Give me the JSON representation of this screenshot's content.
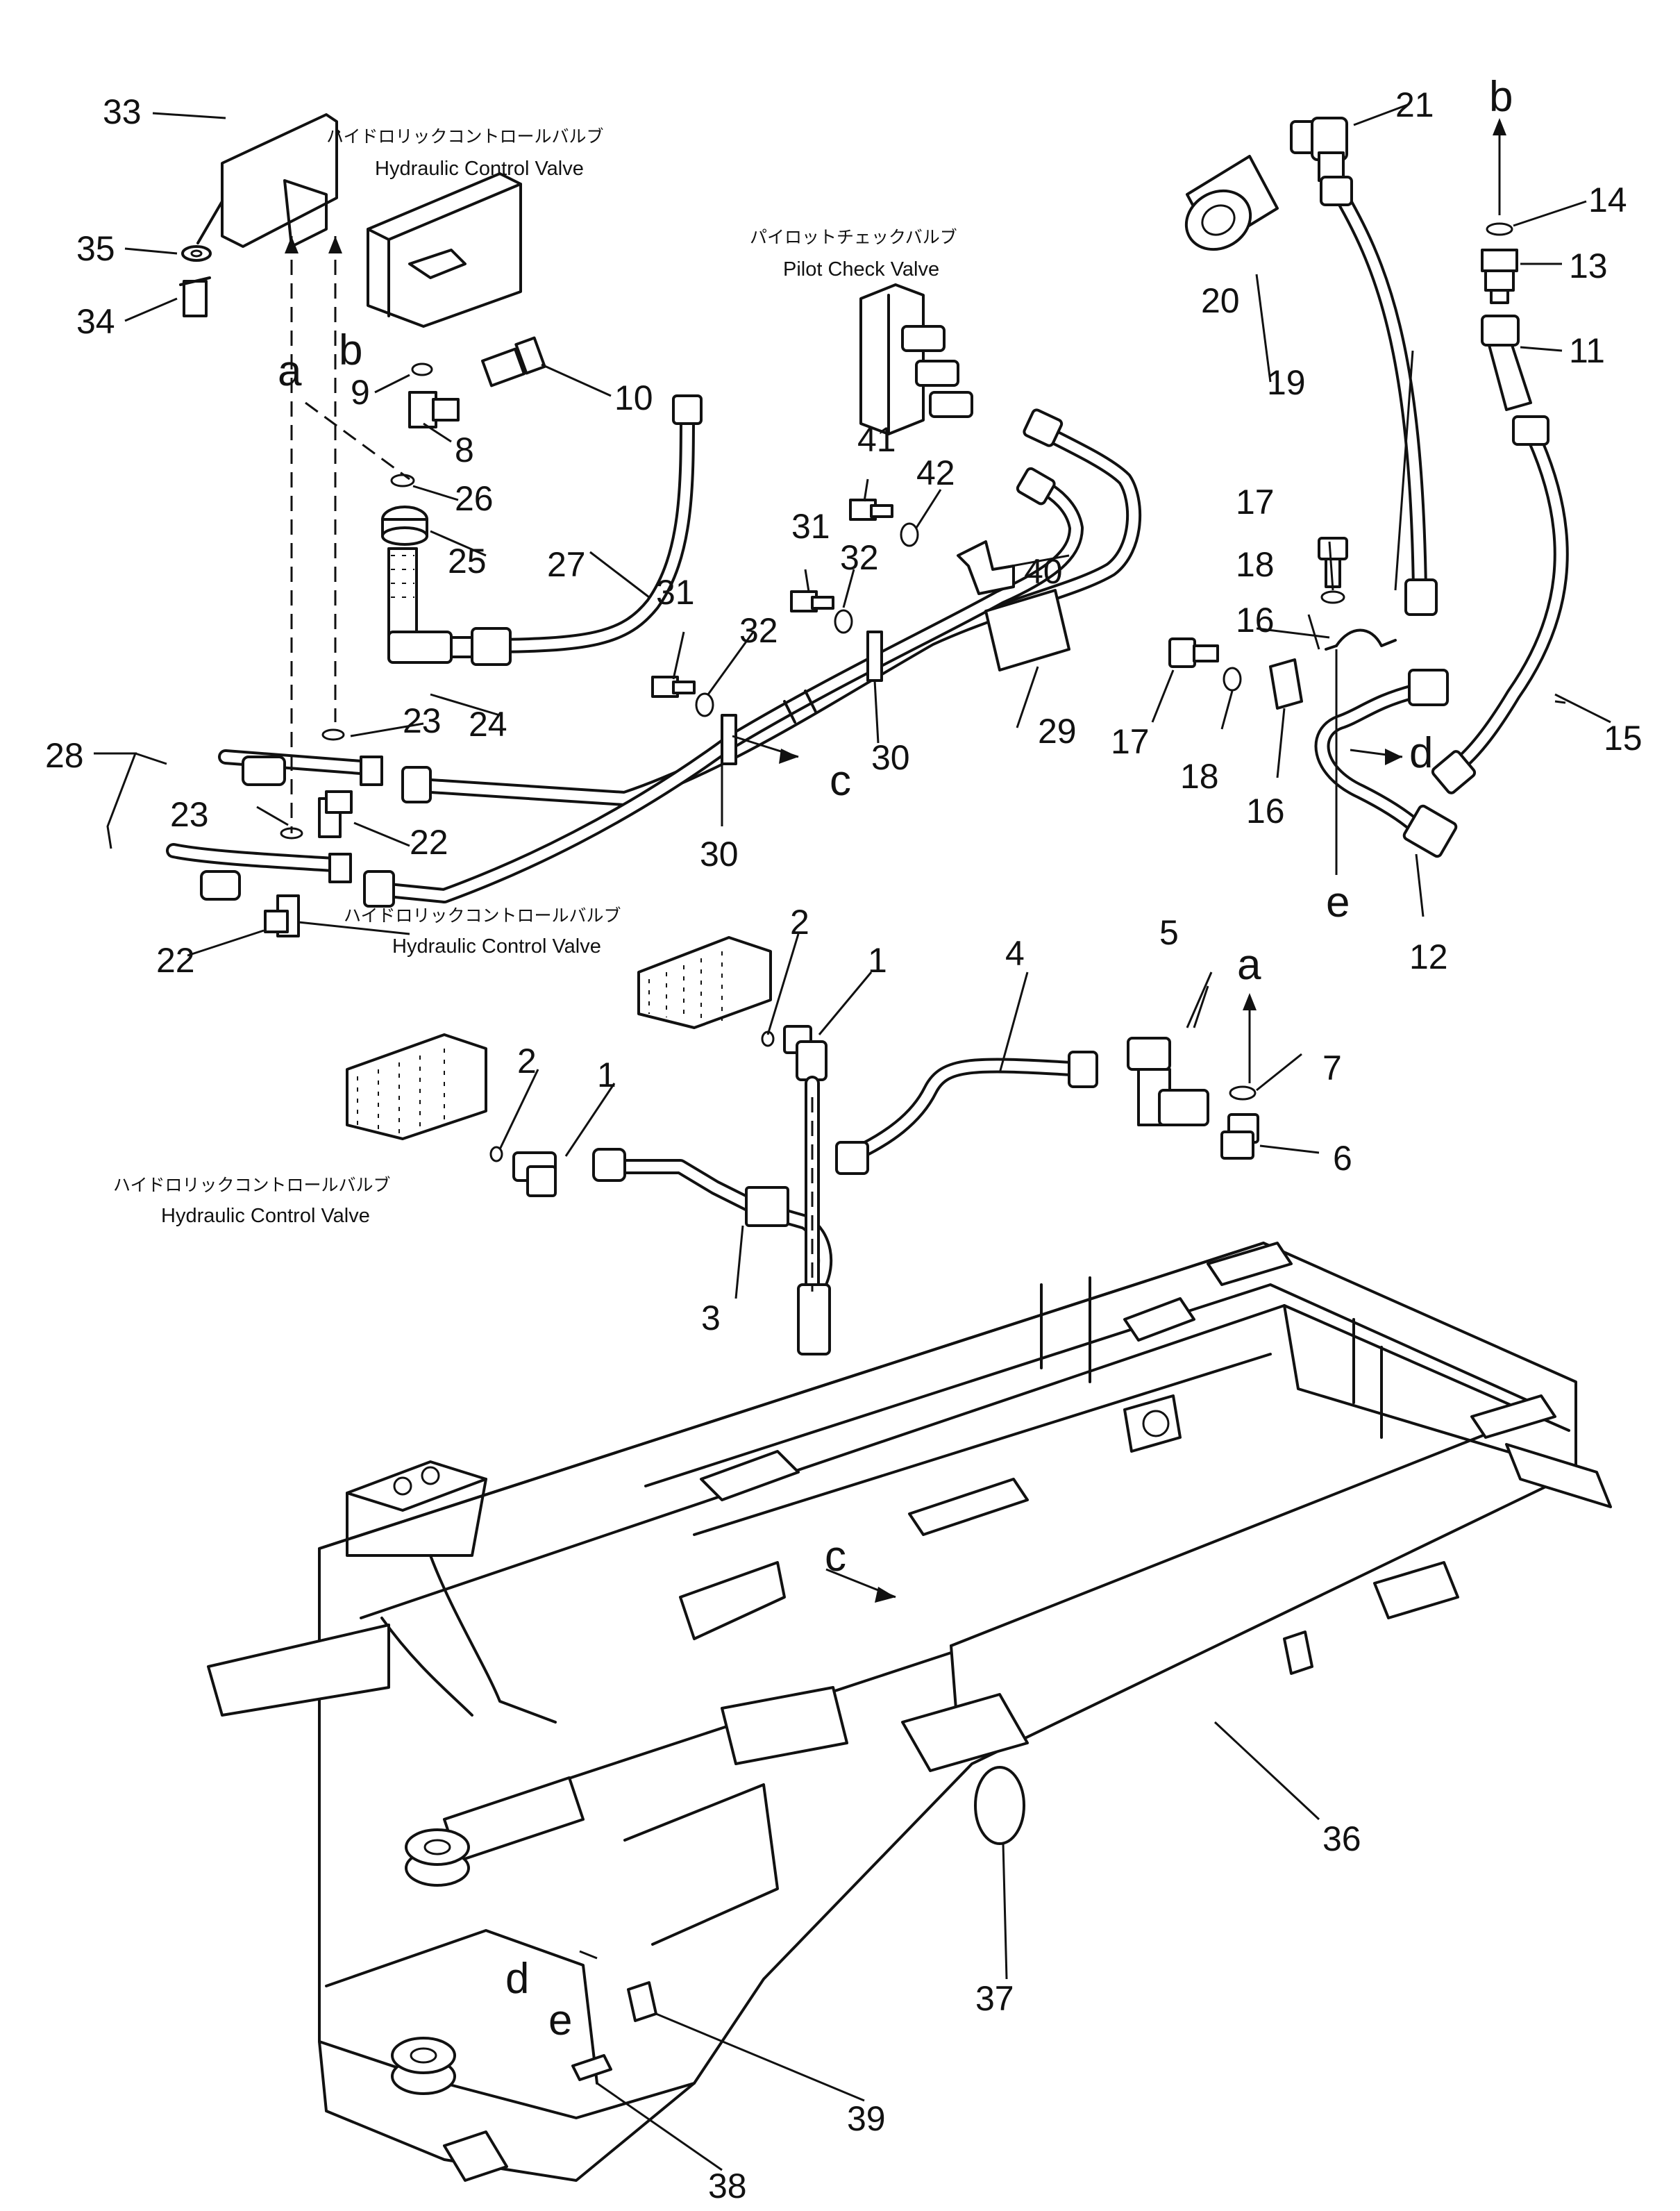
{
  "captions": {
    "hcv_top_jp": "ハイドロリックコントロールバルブ",
    "hcv_top_en": "Hydraulic Control Valve",
    "pcv_jp": "パイロットチェックバルブ",
    "pcv_en": "Pilot Check Valve",
    "hcv_mid_jp": "ハイドロリックコントロールバルブ",
    "hcv_mid_en": "Hydraulic Control Valve",
    "hcv_low_jp": "ハイドロリックコントロールバルブ",
    "hcv_low_en": "Hydraulic Control Valve"
  },
  "callouts": {
    "n1": "1",
    "n2": "2",
    "n3": "3",
    "n4": "4",
    "n5": "5",
    "n6": "6",
    "n7": "7",
    "n8": "8",
    "n9": "9",
    "n10": "10",
    "n11": "11",
    "n12": "12",
    "n13": "13",
    "n14": "14",
    "n15": "15",
    "n16": "16",
    "n17": "17",
    "n18": "18",
    "n19": "19",
    "n20": "20",
    "n21": "21",
    "n22": "22",
    "n23": "23",
    "n24": "24",
    "n25": "25",
    "n26": "26",
    "n27": "27",
    "n28": "28",
    "n29": "29",
    "n30": "30",
    "n31": "31",
    "n32": "32",
    "n33": "33",
    "n34": "34",
    "n35": "35",
    "n36": "36",
    "n37": "37",
    "n38": "38",
    "n39": "39",
    "n40": "40",
    "n41": "41",
    "n42": "42"
  },
  "refs": {
    "a": "a",
    "b": "b",
    "c": "c",
    "d": "d",
    "e": "e"
  }
}
